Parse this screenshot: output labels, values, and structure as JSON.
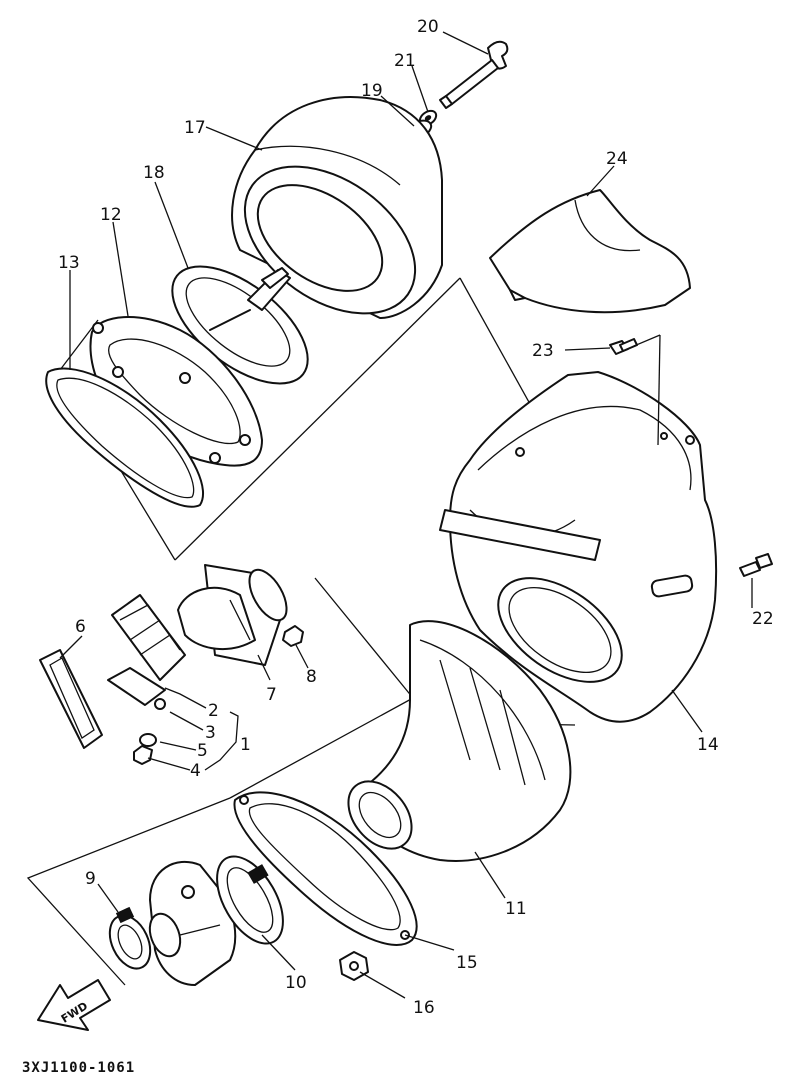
{
  "diagram": {
    "code": "3XJ1100-1061",
    "fwd_label": "FWD",
    "labels": {
      "p1": "1",
      "p2": "2",
      "p3": "3",
      "p4": "4",
      "p5": "5",
      "p6": "6",
      "p7": "7",
      "p8": "8",
      "p9": "9",
      "p10": "10",
      "p11": "11",
      "p12": "12",
      "p13": "13",
      "p14": "14",
      "p15": "15",
      "p16": "16",
      "p17": "17",
      "p18": "18",
      "p19": "19",
      "p20": "20",
      "p21": "21",
      "p22": "22",
      "p23": "23",
      "p24": "24"
    }
  }
}
